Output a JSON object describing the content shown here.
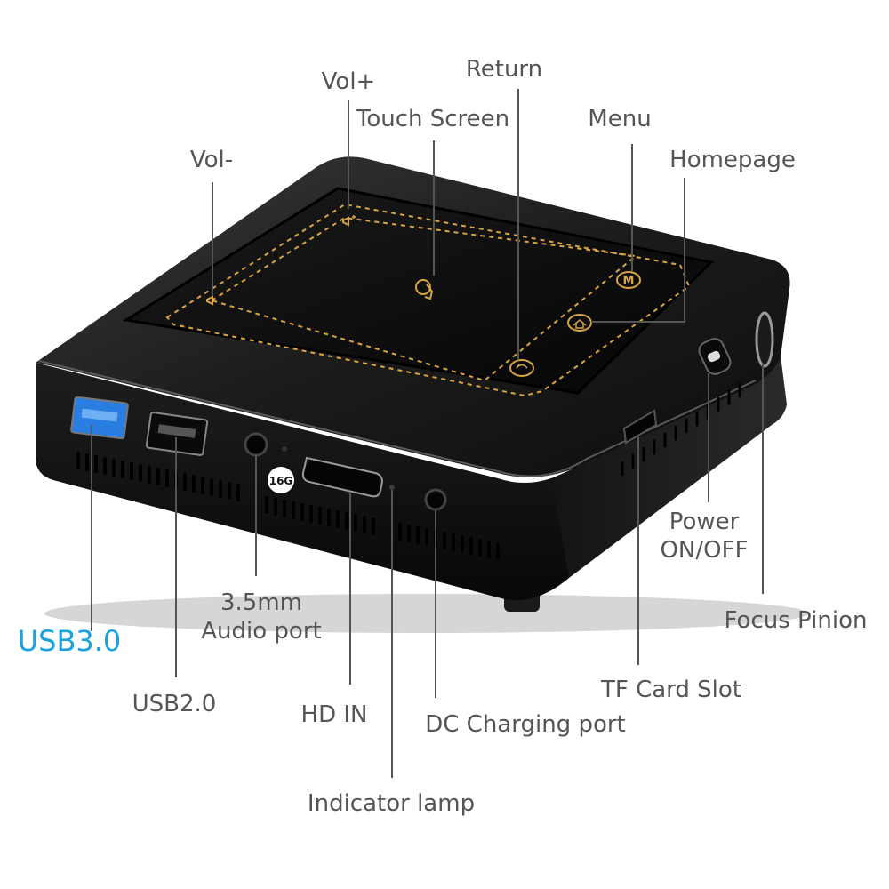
{
  "labels": {
    "vol_plus": "Vol+",
    "return": "Return",
    "touch_screen": "Touch Screen",
    "menu": "Menu",
    "vol_minus": "Vol-",
    "homepage": "Homepage",
    "usb30": "USB3.0",
    "usb20": "USB2.0",
    "audio_line1": "3.5mm",
    "audio_line2": "Audio port",
    "hd_in": "HD IN",
    "indicator_lamp": "Indicator lamp",
    "dc_charging": "DC Charging port",
    "tf_card": "TF Card Slot",
    "power_line1": "Power",
    "power_line2": "ON/OFF",
    "focus_pinion": "Focus Pinion"
  },
  "device": {
    "storage_badge": "16G",
    "menu_button": "M"
  },
  "colors": {
    "label_text": "#555555",
    "usb30_text": "#1ca0e0",
    "usb30_port": "#2a7de1",
    "body": "#121212",
    "touch_panel": "#0a0a0a",
    "dashed_outline": "#d9a441"
  },
  "icons": {
    "touch_screen": "hand-pointer-icon",
    "return": "return-arrow-icon",
    "menu": "menu-m-icon",
    "homepage": "home-icon",
    "vol_minus": "speaker-icon",
    "vol_plus": "speaker-plus-icon"
  }
}
